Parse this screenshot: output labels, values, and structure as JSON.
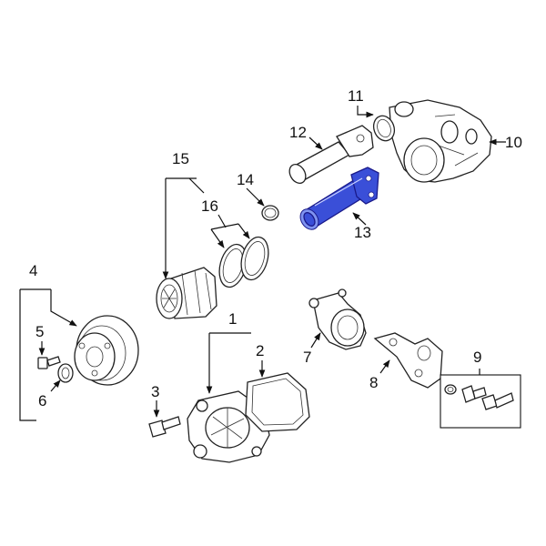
{
  "diagram": {
    "highlight_color": "#3a4fd8",
    "callouts": [
      {
        "id": "1",
        "text": "1"
      },
      {
        "id": "2",
        "text": "2"
      },
      {
        "id": "3",
        "text": "3"
      },
      {
        "id": "4",
        "text": "4"
      },
      {
        "id": "5",
        "text": "5"
      },
      {
        "id": "6",
        "text": "6"
      },
      {
        "id": "7",
        "text": "7"
      },
      {
        "id": "8",
        "text": "8"
      },
      {
        "id": "9",
        "text": "9"
      },
      {
        "id": "10",
        "text": "10"
      },
      {
        "id": "11",
        "text": "11"
      },
      {
        "id": "12",
        "text": "12"
      },
      {
        "id": "13",
        "text": "13"
      },
      {
        "id": "14",
        "text": "14"
      },
      {
        "id": "15",
        "text": "15"
      },
      {
        "id": "16",
        "text": "16"
      }
    ]
  }
}
